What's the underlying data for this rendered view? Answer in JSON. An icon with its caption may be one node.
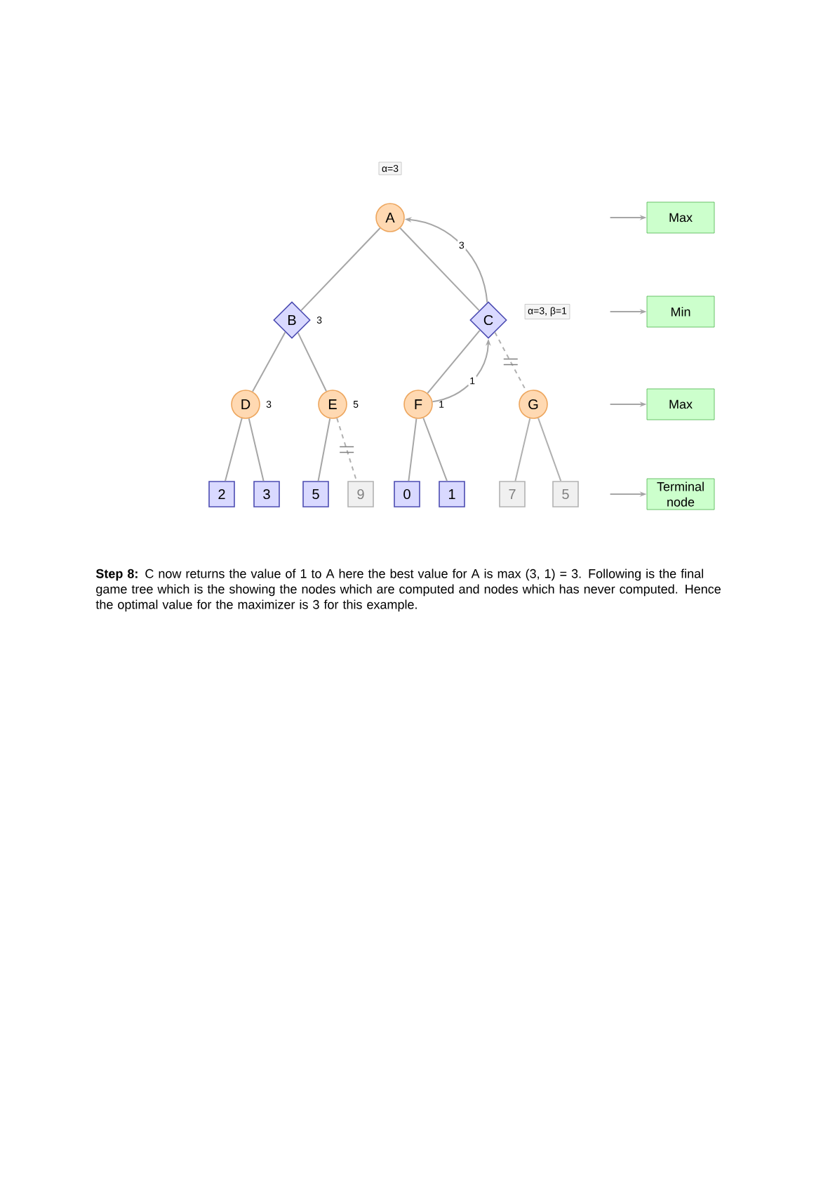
{
  "diagram": {
    "caption": "**Step 8:** C now returns the value of 1 to A here the best value for A is max (3, 1) = 3. Following is the final game tree which is the showing the nodes which are computed and nodes which has never computed. Hence the optimal value for the maximizer is 3 for this example.",
    "nodes": [
      {
        "text": [
          "A"
        ]
      },
      {
        "text": [
          "α=3"
        ]
      },
      {
        "text": [
          "Max"
        ]
      },
      {
        "text": [
          "B"
        ],
        "beside": [
          "3"
        ]
      },
      {
        "text": [
          "C"
        ]
      },
      {
        "text": [
          "α=3, β=1"
        ]
      },
      {
        "text": [
          "Min"
        ]
      },
      {
        "text": [
          "D"
        ],
        "beside": [
          "3"
        ]
      },
      {
        "text": [
          "E"
        ],
        "beside": [
          "5"
        ]
      },
      {
        "text": [
          "F"
        ],
        "beside": [
          "1"
        ]
      },
      {
        "text": [
          "G"
        ]
      },
      {
        "text": [
          "Max"
        ]
      },
      {
        "text": [
          "2"
        ]
      },
      {
        "text": [
          "3"
        ]
      },
      {
        "text": [
          "5"
        ]
      },
      {
        "text": [
          "9"
        ]
      },
      {
        "text": [
          "0"
        ]
      },
      {
        "text": [
          "1"
        ]
      },
      {
        "text": [
          "7"
        ]
      },
      {
        "text": [
          "5"
        ]
      },
      {
        "text": [
          "Terminal node"
        ]
      }
    ],
    "edges": [
      {
        "from": 0,
        "to": 3,
        "arrow": "none"
      },
      {
        "from": 0,
        "to": 4,
        "arrow": "none"
      },
      {
        "from": 3,
        "to": 7,
        "arrow": "none"
      },
      {
        "from": 3,
        "to": 8,
        "arrow": "none"
      },
      {
        "from": 4,
        "to": 9,
        "arrow": "none"
      },
      {
        "from": 4,
        "to": 10,
        "arrow": "none",
        "style": "dashed",
        "color": "#b0b0b0"
      },
      {
        "from": 7,
        "to": 12,
        "arrow": "none"
      },
      {
        "from": 7,
        "to": 13,
        "arrow": "none"
      },
      {
        "from": 8,
        "to": 14,
        "arrow": "none"
      },
      {
        "from": 8,
        "to": 15,
        "arrow": "none",
        "style": "dashed",
        "color": "#b0b0b0"
      },
      {
        "from": 9,
        "to": 16,
        "arrow": "none"
      },
      {
        "from": 9,
        "to": 17,
        "arrow": "none"
      },
      {
        "from": 10,
        "to": 18,
        "arrow": "none",
        "color": "#b0b0b0"
      },
      {
        "from": 10,
        "to": 19,
        "arrow": "none",
        "color": "#b0b0b0"
      },
      {
        "from": 4,
        "to": 0,
        "arrow": "to",
        "label": "3"
      },
      {
        "from": 9,
        "to": 4,
        "arrow": "to",
        "label": "1"
      },
      {
        "from": null,
        "to": 2,
        "arrow": "to"
      },
      {
        "from": null,
        "to": 6,
        "arrow": "to"
      },
      {
        "from": null,
        "to": 11,
        "arrow": "to"
      },
      {
        "from": null,
        "to": 20,
        "arrow": "to"
      }
    ]
  }
}
